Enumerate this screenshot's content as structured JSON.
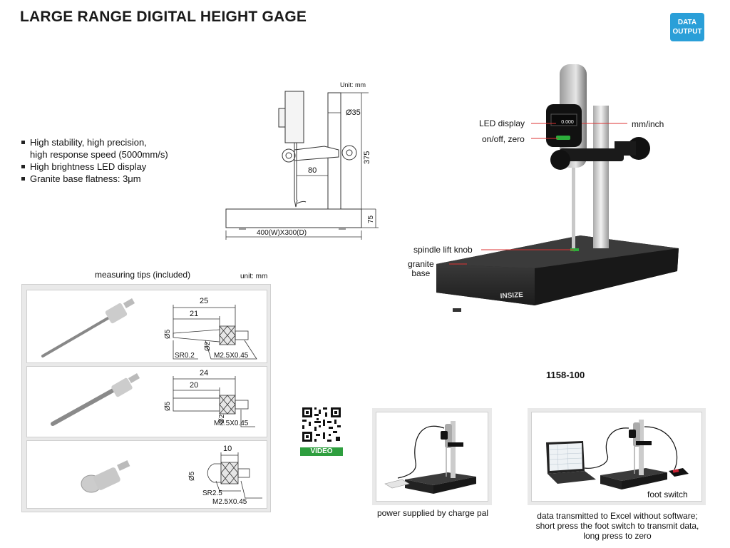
{
  "header": {
    "title": "LARGE RANGE DIGITAL HEIGHT GAGE",
    "badge_line1": "DATA",
    "badge_line2": "OUTPUT"
  },
  "features": [
    "High stability, high precision,\nhigh response speed (5000mm/s)",
    "High brightness LED display",
    "Granite base flatness: 3μm"
  ],
  "drawing": {
    "unit": "Unit: mm",
    "dim_diameter": "Ø35",
    "dim_height": "375",
    "dim_reach": "80",
    "dim_base_height": "75",
    "dim_base_size": "400(W)X300(D)"
  },
  "product": {
    "callouts": {
      "led_display": "LED display",
      "on_off_zero": "on/off, zero",
      "mm_inch": "mm/inch",
      "spindle_lift_knob": "spindle lift knob",
      "granite_base": "granite\nbase"
    },
    "display_reading": "0.000",
    "brand": "INSIZE",
    "model": "1158-100"
  },
  "tips": {
    "heading": "measuring tips (included)",
    "unit": "unit: mm",
    "rows": [
      {
        "d1": "25",
        "d2": "21",
        "dia": "Ø5",
        "tip_dia": "Ø2",
        "radius": "SR0.2",
        "thread": "M2.5X0.45"
      },
      {
        "d1": "24",
        "d2": "20",
        "dia": "Ø5",
        "tip_dia": "Ø2",
        "thread": "M2.5X0.45"
      },
      {
        "d1": "10",
        "dia": "Ø5",
        "radius": "SR2.5",
        "thread": "M2.5X0.45"
      }
    ]
  },
  "qr": {
    "label": "VIDEO"
  },
  "photos": {
    "power_caption": "power supplied by charge pal",
    "foot_switch_label": "foot switch",
    "excel_caption": "data transmitted to Excel without software;\nshort press the foot switch to transmit data,\nlong press to zero"
  }
}
